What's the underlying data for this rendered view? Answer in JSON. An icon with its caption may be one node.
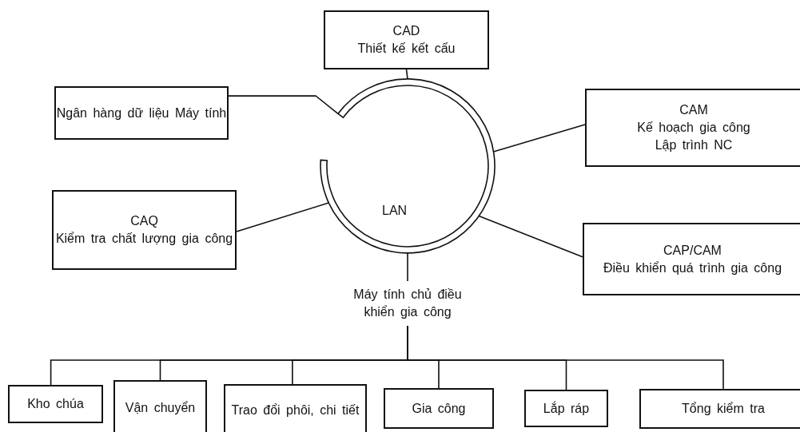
{
  "diagram": {
    "nodes": [
      {
        "text": [
          "CAD",
          "Thiết kế kết cấu"
        ]
      },
      {
        "text": [
          "Ngân hàng dữ liệu Máy tính"
        ]
      },
      {
        "text": [
          "CAM",
          "Kế hoạch gia công",
          "Lập trình NC"
        ]
      },
      {
        "text": [
          "CAQ",
          "Kiểm tra chất lượng gia công"
        ]
      },
      {
        "text": [
          "CAP/CAM",
          "Điều khiển quá trình gia công"
        ]
      },
      {
        "text": [
          "LAN"
        ]
      },
      {
        "text": [
          "Máy tính chủ điều khiển gia công"
        ]
      },
      {
        "text": [
          "Kho chúa"
        ]
      },
      {
        "text": [
          "Vận chuyển"
        ]
      },
      {
        "text": [
          "Trao đổi phôi, chi tiết"
        ]
      },
      {
        "text": [
          "Gia công"
        ]
      },
      {
        "text": [
          "Lắp ráp"
        ]
      },
      {
        "text": [
          "Tổng kiểm tra"
        ]
      }
    ],
    "edges": [
      {
        "from": 0,
        "to": 5,
        "arrow": "none"
      },
      {
        "from": 1,
        "to": 5,
        "arrow": "none"
      },
      {
        "from": 2,
        "to": 5,
        "arrow": "none"
      },
      {
        "from": 3,
        "to": 5,
        "arrow": "none"
      },
      {
        "from": 4,
        "to": 5,
        "arrow": "none"
      },
      {
        "from": 5,
        "to": 6,
        "arrow": "none"
      },
      {
        "from": 6,
        "to": 7,
        "arrow": "none"
      },
      {
        "from": 6,
        "to": 8,
        "arrow": "none"
      },
      {
        "from": 6,
        "to": 9,
        "arrow": "none"
      },
      {
        "from": 6,
        "to": 10,
        "arrow": "none"
      },
      {
        "from": 6,
        "to": 11,
        "arrow": "none"
      },
      {
        "from": 6,
        "to": 12,
        "arrow": "none"
      }
    ]
  }
}
